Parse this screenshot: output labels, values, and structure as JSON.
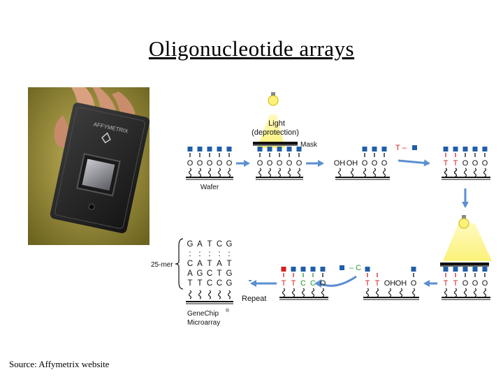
{
  "title": "Oligonucleotide arrays",
  "source": "Source: Affymetrix website",
  "photo": {
    "brand_text": "AFFYMETRIX"
  },
  "diagram": {
    "light_label": "Light",
    "deprotection_label": "(deprotection)",
    "mask_label": "Mask",
    "wafer_label": "Wafer",
    "oh_label": "OH",
    "o_label": "O",
    "t_label": "T",
    "c_label": "C",
    "add_t_label": "T –",
    "add_c_label": "– C",
    "repeat_label": "Repeat",
    "mer_label": "25-mer",
    "genechip_label": "GeneChip",
    "registered_mark": "®",
    "microarray_label": "Microarray",
    "dna_rows": [
      [
        "G",
        "A",
        "T",
        "C",
        "G"
      ],
      [
        ":",
        ":",
        ":",
        ":",
        ":"
      ],
      [
        "C",
        "A",
        "T",
        "A",
        "T"
      ],
      [
        "A",
        "G",
        "C",
        "T",
        "G"
      ],
      [
        "T",
        "T",
        "C",
        "C",
        "G"
      ]
    ],
    "colors": {
      "blue": "#1f5ea8",
      "red": "#d42020",
      "green": "#2a9a2a",
      "arrow": "#5b8fd0",
      "light": "#fff59a"
    }
  }
}
